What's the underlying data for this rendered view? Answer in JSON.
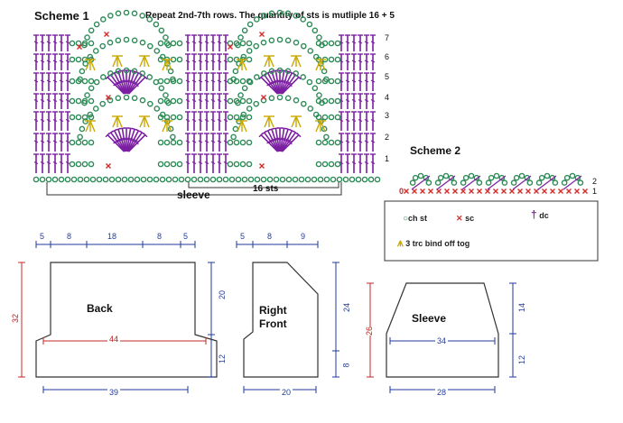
{
  "scheme1": {
    "title": "Scheme 1",
    "note": "Repeat 2nd-7th rows.  The quantity of sts is mutliple 16 + 5",
    "row_numbers": [
      "7",
      "6",
      "5",
      "4",
      "3",
      "2",
      "1"
    ],
    "repeat_label": "16 sts",
    "sleeve_label": "sleeve"
  },
  "scheme2": {
    "title": "Scheme 2",
    "row_numbers": [
      "2",
      "1"
    ],
    "start_label": "0"
  },
  "legend": {
    "ch_st": "ch st",
    "sc": "sc",
    "dc": "dc",
    "trc": "3 trc bind off tog"
  },
  "colors": {
    "chain": "#2e8b57",
    "sc": "#d32f2f",
    "dc": "#7b1fa2",
    "trc": "#c9a800",
    "dimension_blue": "#223a9e",
    "dimension_red": "#c62828",
    "outline": "#333333"
  },
  "back": {
    "label": "Back",
    "top_widths": [
      "5",
      "8",
      "18",
      "8",
      "5"
    ],
    "height_total": "32",
    "height_upper": "20",
    "height_lower": "12",
    "mid_width": "44",
    "bottom_width": "39"
  },
  "front": {
    "label_line1": "Right",
    "label_line2": "Front",
    "top_widths": [
      "5",
      "8",
      "9"
    ],
    "height_upper": "24",
    "height_lower": "8",
    "bottom_width": "20"
  },
  "sleeve": {
    "label": "Sleeve",
    "height_total": "26",
    "height_upper": "14",
    "height_lower": "12",
    "mid_width": "34",
    "bottom_width": "28"
  }
}
